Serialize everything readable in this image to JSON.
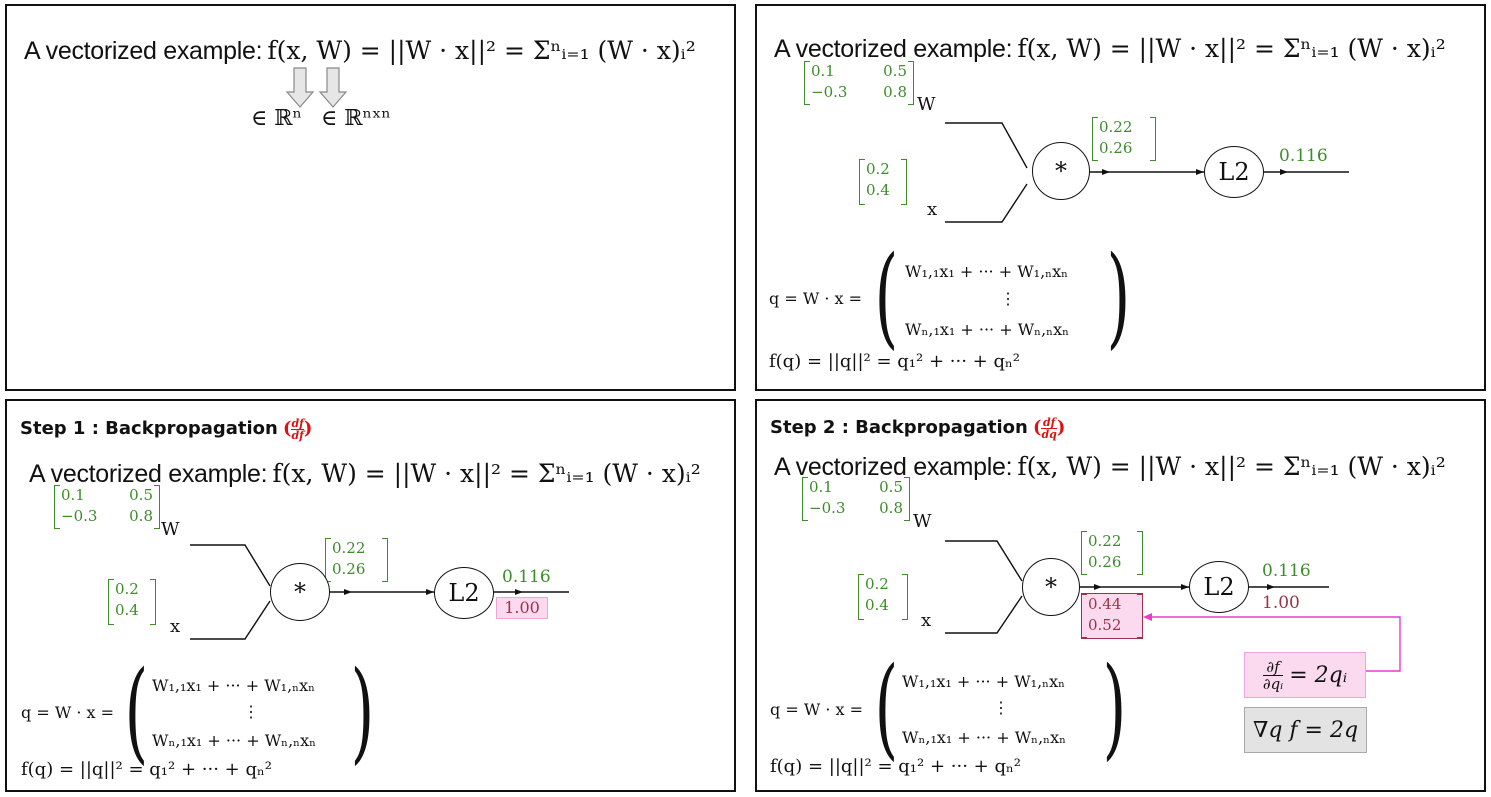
{
  "panels": {
    "p1": {
      "title_text": "A vectorized example:",
      "formula": "f(x, W) = ||W · x||² = Σⁿᵢ₌₁ (W · x)ᵢ²",
      "domain_x": "∈ ℝⁿ",
      "domain_w": "∈ ℝⁿˣⁿ"
    },
    "p2": {
      "title_text": "A vectorized example:",
      "formula": "f(x, W) = ||W · x||² = Σⁿᵢ₌₁ (W · x)ᵢ²"
    },
    "p3": {
      "step_label": "Step 1 : Backpropagation",
      "frac_num": "df",
      "frac_den": "df",
      "title_text": "A vectorized example:",
      "formula": "f(x, W) = ||W · x||² = Σⁿᵢ₌₁ (W · x)ᵢ²",
      "grad_out": "1.00"
    },
    "p4": {
      "step_label": "Step 2 : Backpropagation",
      "frac_num": "df",
      "frac_den": "dq",
      "title_text": "A vectorized example:",
      "formula": "f(x, W) = ||W · x||² = Σⁿᵢ₌₁ (W · x)ᵢ²",
      "grad_out": "1.00",
      "grad_q": [
        "0.44",
        "0.52"
      ],
      "partial_eq": "∂f/∂qᵢ = 2qᵢ",
      "partial_num": "∂f",
      "partial_den": "∂qᵢ",
      "partial_rhs": "= 2qᵢ",
      "nabla_eq": "∇q f = 2q"
    }
  },
  "graph": {
    "W_label": "W",
    "x_label": "x",
    "W_matrix": [
      [
        "0.1",
        "0.5"
      ],
      [
        "−0.3",
        "0.8"
      ]
    ],
    "x_vector": [
      "0.2",
      "0.4"
    ],
    "q_vector": [
      "0.22",
      "0.26"
    ],
    "mult_node": "*",
    "l2_node": "L2",
    "output_value": "0.116"
  },
  "equations": {
    "q_lhs": "q = W · x =",
    "q_row1": "W₁,₁x₁ + ··· + W₁,ₙxₙ",
    "q_dots": "⋮",
    "q_row2": "Wₙ,₁x₁ + ··· + Wₙ,ₙxₙ",
    "f_eq": "f(q) = ||q||² = q₁² + ··· + qₙ²"
  },
  "colors": {
    "forward": "#3c8c2a",
    "gradient": "#9b3348",
    "highlight_arrow": "#e83ad0",
    "title_red": "#e01010"
  }
}
